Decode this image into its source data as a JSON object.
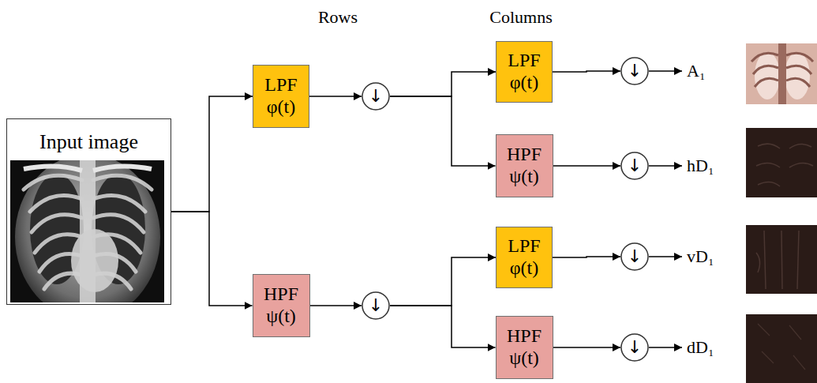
{
  "diagram": {
    "nodes": [
      {
        "text": [
          "Input image"
        ]
      },
      {
        "text": [
          "LPF",
          "φ(t)"
        ]
      },
      {
        "text": [
          "↓"
        ]
      },
      {
        "text": [
          "LPF",
          "φ(t)"
        ]
      },
      {
        "text": [
          "HPF",
          "ψ(t)"
        ]
      },
      {
        "text": [
          "↓"
        ]
      },
      {
        "text": [
          "↓"
        ]
      },
      {
        "text": [
          "HPF",
          "ψ(t)"
        ]
      },
      {
        "text": [
          "↓"
        ]
      },
      {
        "text": [
          "LPF",
          "φ(t)"
        ]
      },
      {
        "text": [
          "HPF",
          "ψ(t)"
        ]
      },
      {
        "text": [
          "↓"
        ]
      },
      {
        "text": [
          "↓"
        ]
      }
    ],
    "edges": [
      {
        "from": 0,
        "to": 1,
        "arrow": "to"
      },
      {
        "from": 0,
        "to": 7,
        "arrow": "to"
      },
      {
        "from": 1,
        "to": 2,
        "arrow": "to"
      },
      {
        "from": 2,
        "to": 3,
        "arrow": "to"
      },
      {
        "from": 2,
        "to": 4,
        "arrow": "to"
      },
      {
        "from": 3,
        "to": 5,
        "arrow": "to"
      },
      {
        "from": 4,
        "to": 6,
        "arrow": "to"
      },
      {
        "from": 7,
        "to": 8,
        "arrow": "to"
      },
      {
        "from": 8,
        "to": 9,
        "arrow": "to"
      },
      {
        "from": 8,
        "to": 10,
        "arrow": "to"
      },
      {
        "from": 9,
        "to": 11,
        "arrow": "to"
      },
      {
        "from": 10,
        "to": 12,
        "arrow": "to"
      }
    ],
    "labels": [
      "Rows",
      "Columns",
      "A₁",
      "hD₁",
      "vD₁",
      "dD₁"
    ]
  }
}
